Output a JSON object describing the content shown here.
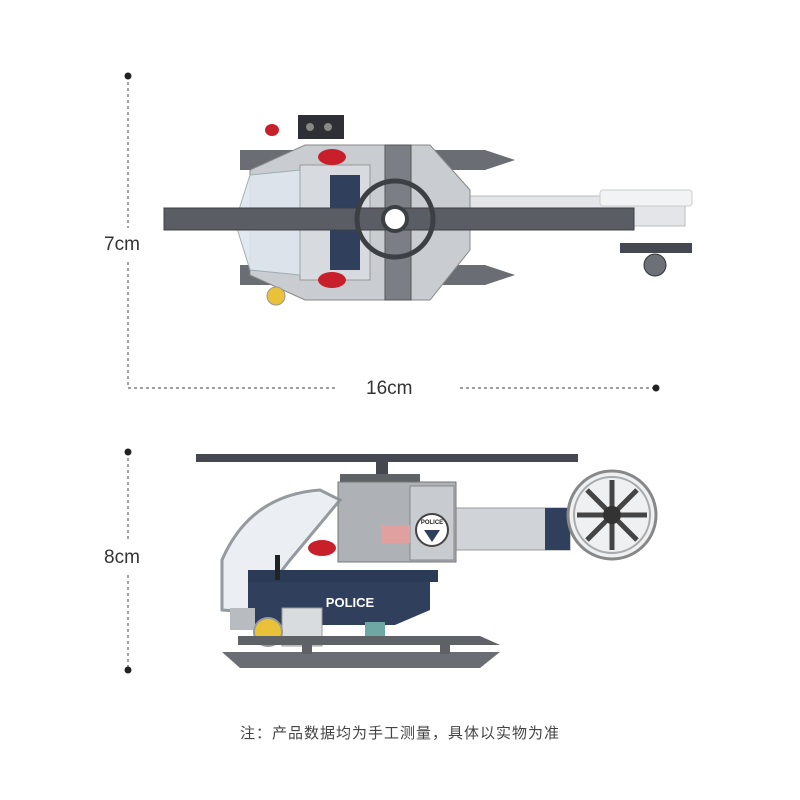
{
  "dimensions": {
    "top_view_height": "7cm",
    "top_view_length": "16cm",
    "side_view_height": "8cm"
  },
  "fuselage_text": "POLICE",
  "badge_text": "POLICE",
  "note": "注：产品数据均为手工测量，具体以实物为准",
  "colors": {
    "dark_gray": "#5e6166",
    "light_gray": "#b9bcc0",
    "navy": "#2f3f5c",
    "red": "#c8202a",
    "yellow": "#e9c23a",
    "dimension_line": "#555555"
  }
}
